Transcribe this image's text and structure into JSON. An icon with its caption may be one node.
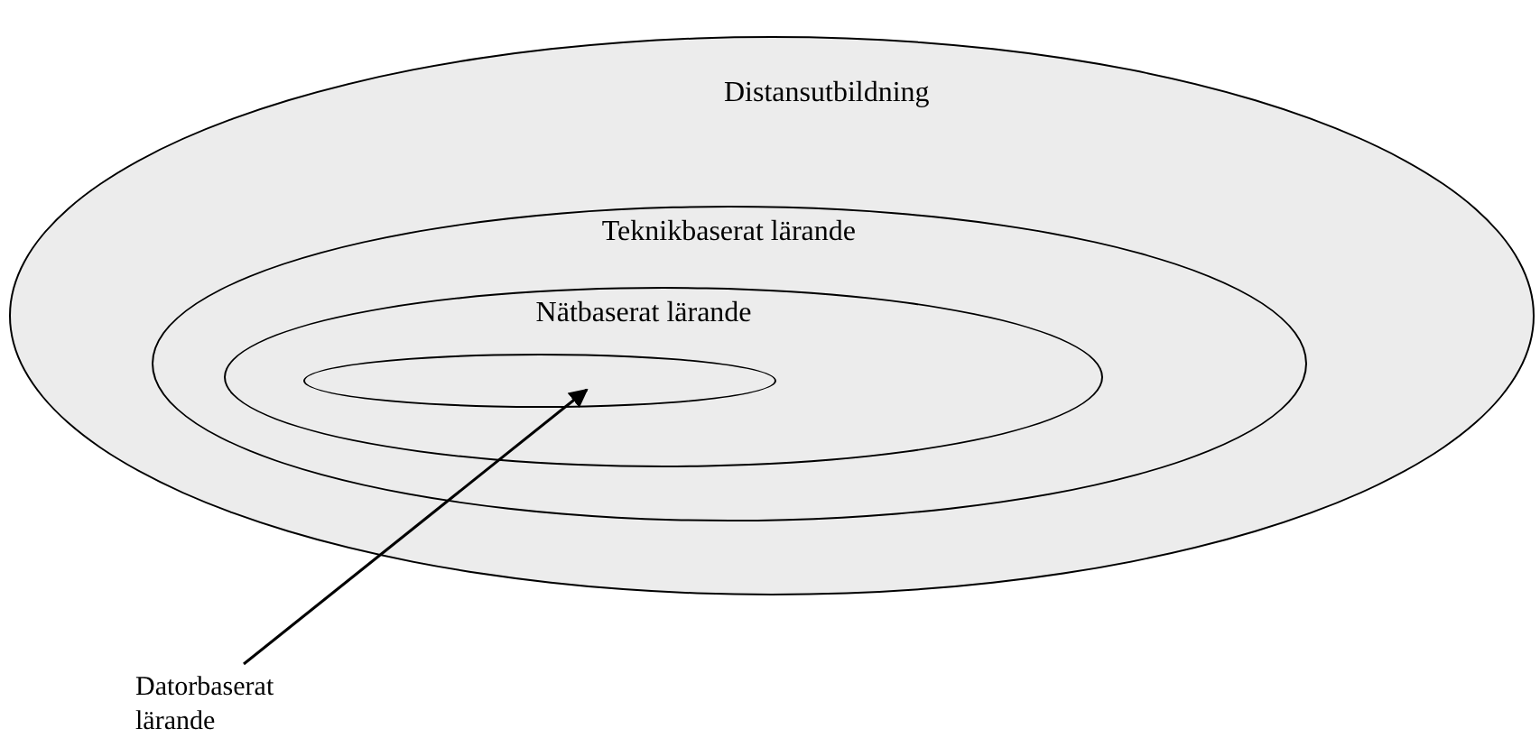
{
  "diagram": {
    "nodes": [
      {
        "text": [
          "Distansutbildning"
        ]
      },
      {
        "text": [
          "Teknikbaserat lärande"
        ],
        "in": 0
      },
      {
        "text": [
          "Nätbaserat lärande"
        ],
        "in": 1
      },
      {
        "text": [],
        "shape": "ellipse",
        "in": 2
      },
      {
        "text": [
          "Datorbaserat lärande"
        ]
      }
    ],
    "edges": [
      {
        "from": 4,
        "to": 3,
        "arrow": "to"
      }
    ]
  }
}
